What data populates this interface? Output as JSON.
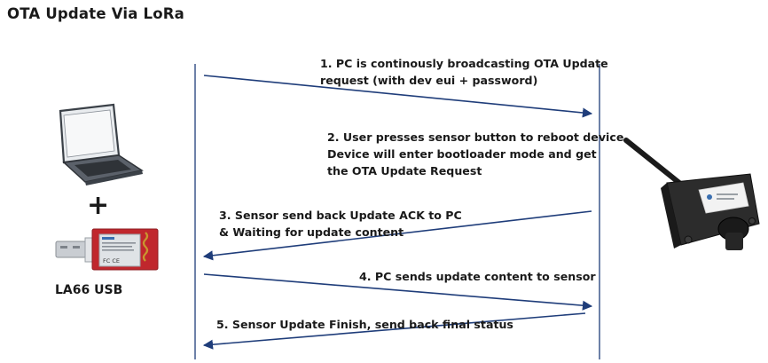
{
  "title": "OTA Update Via LoRa",
  "steps": [
    {
      "lines": [
        "1. PC is continously broadcasting OTA Update",
        "request (with dev eui + password)"
      ]
    },
    {
      "lines": [
        "2. User presses sensor button to reboot device.",
        "Device will enter bootloader mode and get",
        "the OTA Update Request"
      ]
    },
    {
      "lines": [
        "3. Sensor send back Update ACK to PC",
        "& Waiting for update content"
      ]
    },
    {
      "lines": [
        "4. PC sends update content to sensor"
      ]
    },
    {
      "lines": [
        "5. Sensor Update Finish, send back final status"
      ]
    }
  ],
  "plus_sign": "+",
  "usb_label": "LA66 USB",
  "usb_board_text": "FC CE",
  "colors": {
    "arrow": "#1f3d7a",
    "lifeline": "#1f3d7a",
    "usb_board": "#c0272d",
    "sensor_body": "#2a2a2a",
    "laptop": "#444a52"
  },
  "icons": {
    "pc": "laptop-icon",
    "dongle": "usb-dongle-icon",
    "sensor": "lora-sensor-icon"
  }
}
